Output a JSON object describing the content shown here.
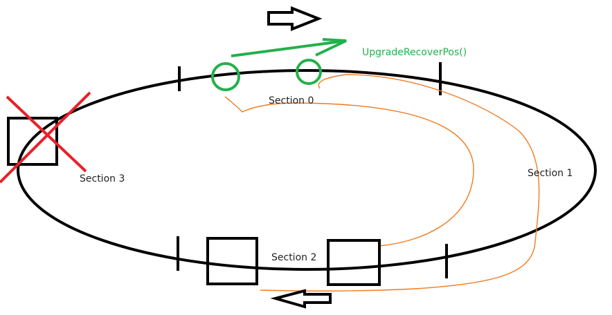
{
  "labels": {
    "section0": "Section 0",
    "section1": "Section 1",
    "section2": "Section 2",
    "section3": "Section 3",
    "function": "UpgradeRecoverPos()"
  },
  "colors": {
    "ring": "#000000",
    "green": "#22b14c",
    "red": "#e8202a",
    "orange": "#f07a1e"
  },
  "icons": {
    "top_arrow": "arrow-right-icon",
    "bottom_arrow": "arrow-left-icon",
    "cross": "cross-icon"
  }
}
